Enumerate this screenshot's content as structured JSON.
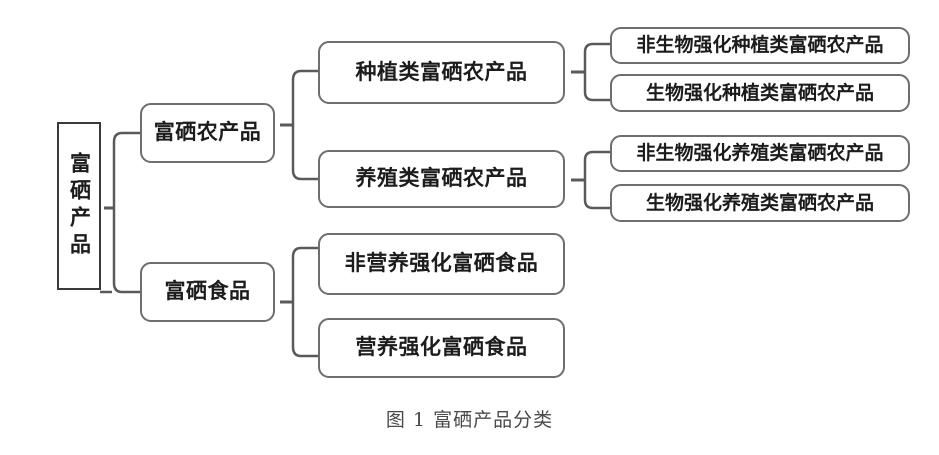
{
  "figure": {
    "caption": "图 1  富硒产品分类",
    "type": "tree-diagram",
    "colors": {
      "background": "#ffffff",
      "box_border": "#6e6e6e",
      "root_border": "#3a3a3a",
      "connector": "#5a5a5a",
      "text": "#1c1c1c",
      "caption_text": "#4a4a4a"
    }
  },
  "tree": {
    "root": {
      "label": "富硒产品",
      "orientation": "vertical-text"
    },
    "branches": [
      {
        "label": "富硒农产品",
        "children": [
          {
            "label": "种植类富硒农产品",
            "children": [
              {
                "label": "非生物强化种植类富硒农产品"
              },
              {
                "label": "生物强化种植类富硒农产品"
              }
            ]
          },
          {
            "label": "养殖类富硒农产品",
            "children": [
              {
                "label": "非生物强化养殖类富硒农产品"
              },
              {
                "label": "生物强化养殖类富硒农产品"
              }
            ]
          }
        ]
      },
      {
        "label": "富硒食品",
        "children": [
          {
            "label": "非营养强化富硒食品",
            "children": []
          },
          {
            "label": "营养强化富硒食品",
            "children": []
          }
        ]
      }
    ]
  }
}
